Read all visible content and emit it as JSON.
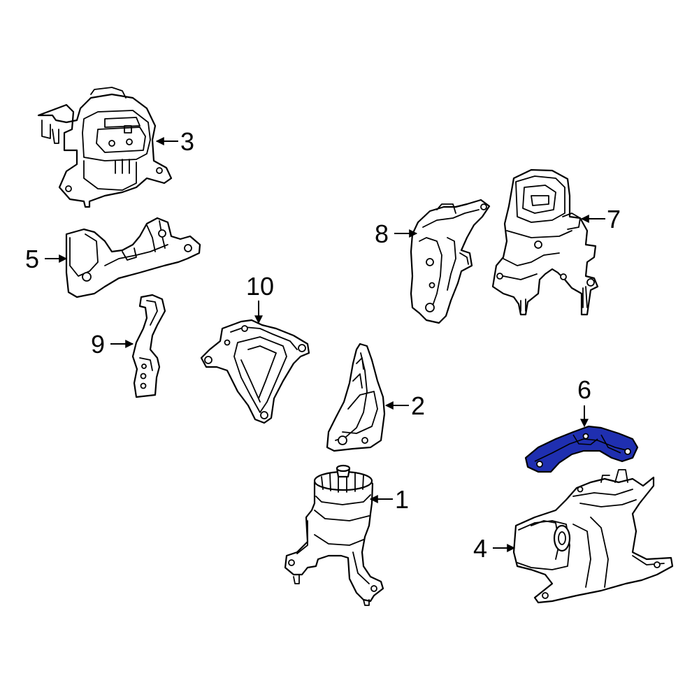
{
  "colors": {
    "background": "#ffffff",
    "line": "#000000",
    "highlight": "#1f2fb0"
  },
  "highlighted_part": "6",
  "callouts": [
    {
      "id": "1",
      "label": "1"
    },
    {
      "id": "2",
      "label": "2"
    },
    {
      "id": "3",
      "label": "3"
    },
    {
      "id": "4",
      "label": "4"
    },
    {
      "id": "5",
      "label": "5"
    },
    {
      "id": "6",
      "label": "6"
    },
    {
      "id": "7",
      "label": "7"
    },
    {
      "id": "8",
      "label": "8"
    },
    {
      "id": "9",
      "label": "9"
    },
    {
      "id": "10",
      "label": "10"
    }
  ]
}
